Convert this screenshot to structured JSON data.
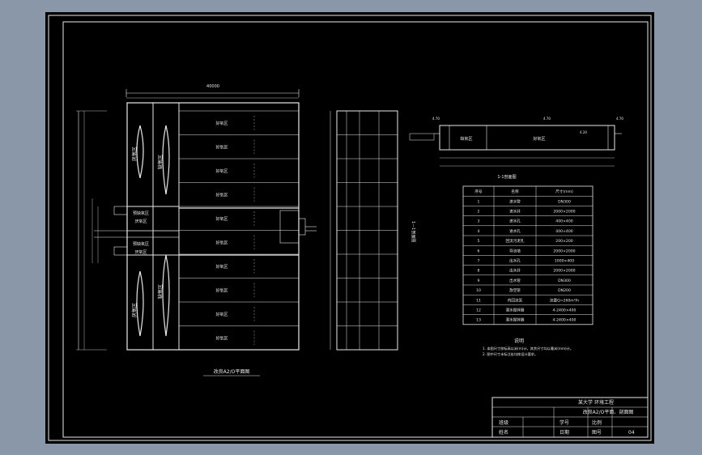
{
  "drawing": {
    "plan_title": "改良A2/O平面图",
    "left_tanks": [
      {
        "label": "厌氧区"
      },
      {
        "label": "缺氧区"
      },
      {
        "label": "厌氧区"
      },
      {
        "label": "缺氧区"
      }
    ],
    "center_rooms": [
      {
        "label": "预缺氧区"
      },
      {
        "label": "厌氧区"
      },
      {
        "label": "预缺氧区"
      },
      {
        "label": "厌氧区"
      }
    ],
    "aerobic_cells": [
      "好氧区",
      "好氧区",
      "好氧区",
      "好氧区",
      "好氧区",
      "好氧区",
      "好氧区",
      "好氧区",
      "好氧区",
      "好氧区"
    ],
    "section_caption": "1-1剖面图",
    "section_zone_1": "缺氧区",
    "section_zone_2": "好氧区",
    "section_label_right": "1—1剖面图",
    "top_dimension": "40000",
    "level_labels": [
      "4.70",
      "4.70",
      "4.20",
      "4.70"
    ],
    "notes_title": "说明",
    "notes": [
      "1. 本图尺寸除标高以米(m)计，其余尺寸均以毫米(mm)计。",
      "2. 图中尺寸未标注处均按设计要求。"
    ]
  },
  "equipment_table": {
    "headers": [
      "序号",
      "名称",
      "尺寸(mm)"
    ],
    "rows": [
      [
        "1",
        "进水管",
        "DN300"
      ],
      [
        "2",
        "进水井",
        "2000×2000"
      ],
      [
        "3",
        "进水孔",
        "400×400"
      ],
      [
        "4",
        "进水孔",
        "400×400"
      ],
      [
        "5",
        "回流污泥孔",
        "200×200"
      ],
      [
        "6",
        "导流墙",
        "2000×2000"
      ],
      [
        "7",
        "出水孔",
        "1000×400"
      ],
      [
        "8",
        "出水井",
        "2000×2000"
      ],
      [
        "9",
        "出水管",
        "DN300"
      ],
      [
        "10",
        "放空管",
        "DN200"
      ],
      [
        "11",
        "内回流泵",
        "流量Q=260m³/h"
      ],
      [
        "12",
        "潜水搅拌器",
        "4-2400×400"
      ],
      [
        "13",
        "潜水搅拌器",
        "4-2400×400"
      ]
    ]
  },
  "title_block": {
    "school": "某大学 环境工程",
    "drawing_name": "改良A2/O平面、剖面图",
    "cells": [
      "班级",
      "姓名",
      "学号",
      "比例",
      "日期",
      "图号"
    ],
    "sheet_no": "04"
  },
  "colors": {
    "background": "#8a97a8",
    "sheet": "#000000",
    "line": "#e8e8e8"
  }
}
